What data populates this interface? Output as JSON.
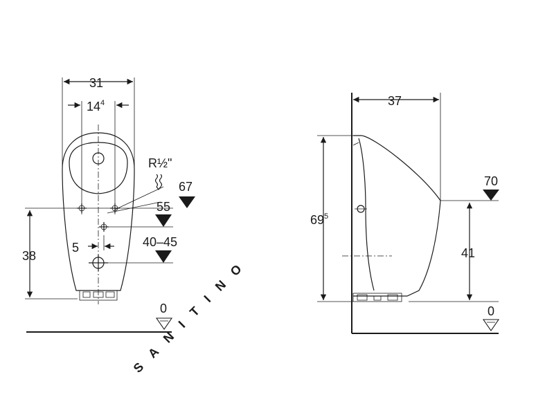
{
  "watermark": {
    "text": "SANITINO",
    "color": "#ececec"
  },
  "colors": {
    "line": "#1a1a1a",
    "background": "#ffffff"
  },
  "front_view": {
    "width_dim": {
      "value": "31"
    },
    "inlet_dim": {
      "base": "14",
      "sup": "4"
    },
    "thread_label": "R½\"",
    "level_67": "67",
    "level_55": "55",
    "offset_dim": "5",
    "level_40_45": "40–45",
    "height_38": "38",
    "floor_level": "0"
  },
  "side_view": {
    "depth_dim": "37",
    "height_dim": {
      "base": "69",
      "sup": "5"
    },
    "rim_level": "70",
    "rim_height": "41",
    "floor_level": "0"
  }
}
